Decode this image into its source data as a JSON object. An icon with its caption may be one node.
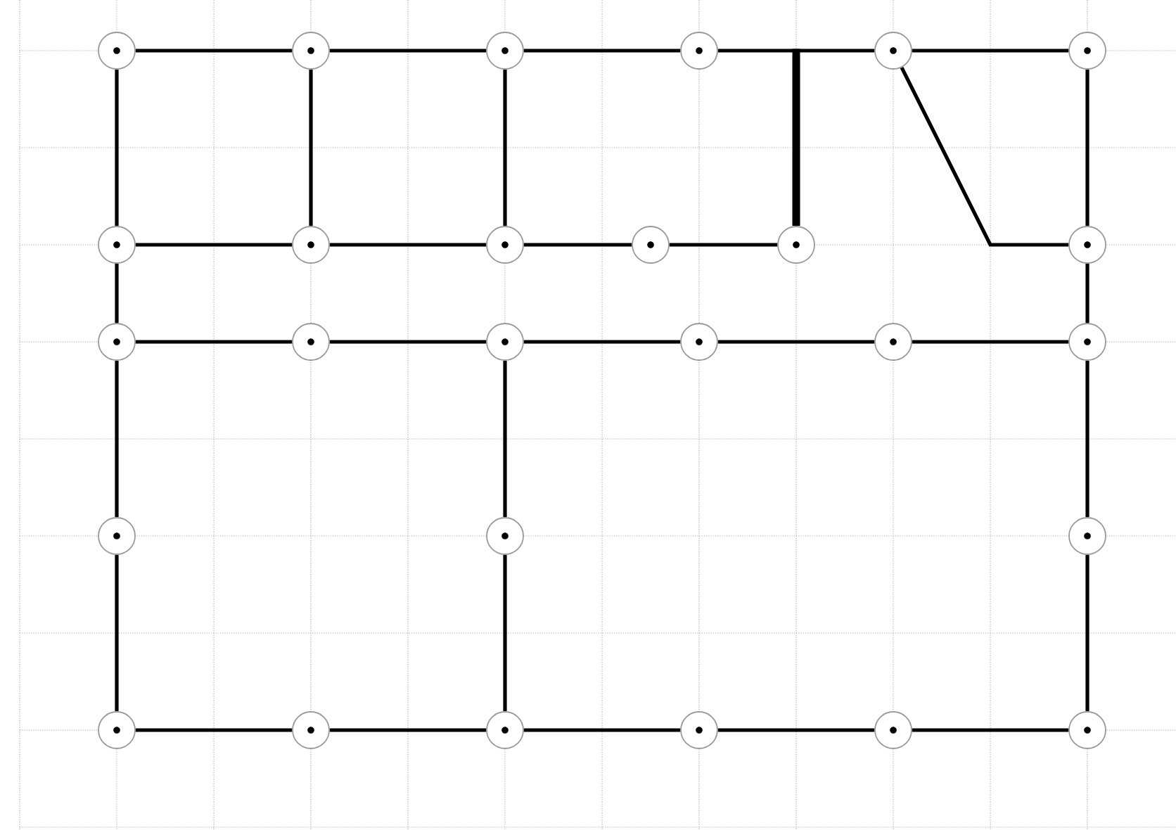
{
  "diagram": {
    "nodes": [
      {
        "text": [],
        "shape": "circle"
      },
      {
        "text": [],
        "shape": "circle"
      },
      {
        "text": [],
        "shape": "circle"
      },
      {
        "text": [],
        "shape": "circle"
      },
      {
        "text": [],
        "shape": "circle"
      },
      {
        "text": [],
        "shape": "circle"
      },
      {
        "text": [],
        "shape": "circle"
      },
      {
        "text": [],
        "shape": "circle"
      },
      {
        "text": [],
        "shape": "circle"
      },
      {
        "text": [],
        "shape": "circle"
      },
      {
        "text": [],
        "shape": "circle"
      },
      {
        "text": [],
        "shape": "circle"
      },
      {
        "text": [],
        "shape": "circle"
      },
      {
        "text": [],
        "shape": "circle"
      },
      {
        "text": [],
        "shape": "circle"
      },
      {
        "text": [],
        "shape": "circle"
      },
      {
        "text": [],
        "shape": "circle"
      },
      {
        "text": [],
        "shape": "circle"
      },
      {
        "text": [],
        "shape": "circle"
      },
      {
        "text": [],
        "shape": "circle"
      },
      {
        "text": [],
        "shape": "circle"
      },
      {
        "text": [],
        "shape": "circle"
      },
      {
        "text": [],
        "shape": "circle"
      },
      {
        "text": [],
        "shape": "circle"
      },
      {
        "text": [],
        "shape": "circle"
      },
      {
        "text": [],
        "shape": "circle"
      },
      {
        "text": [],
        "shape": "circle"
      }
    ],
    "edges": [
      {
        "from": 0,
        "to": 1,
        "arrow": "none"
      },
      {
        "from": 1,
        "to": 2,
        "arrow": "none"
      },
      {
        "from": 2,
        "to": 3,
        "arrow": "none"
      },
      {
        "from": 3,
        "to": 4,
        "arrow": "none"
      },
      {
        "from": 4,
        "to": 5,
        "arrow": "none"
      },
      {
        "from": 0,
        "to": 6,
        "arrow": "none"
      },
      {
        "from": 6,
        "to": 12,
        "arrow": "none"
      },
      {
        "from": 12,
        "to": 18,
        "arrow": "none"
      },
      {
        "from": 18,
        "to": 21,
        "arrow": "none"
      },
      {
        "from": 1,
        "to": 7,
        "arrow": "none"
      },
      {
        "from": 2,
        "to": 8,
        "arrow": "none"
      },
      {
        "from": 14,
        "to": 19,
        "arrow": "none"
      },
      {
        "from": 19,
        "to": 23,
        "arrow": "none"
      },
      {
        "from": 5,
        "to": 11,
        "arrow": "none"
      },
      {
        "from": 11,
        "to": 17,
        "arrow": "none"
      },
      {
        "from": 17,
        "to": 20,
        "arrow": "none"
      },
      {
        "from": 20,
        "to": 26,
        "arrow": "none"
      },
      {
        "from": 6,
        "to": 7,
        "arrow": "none"
      },
      {
        "from": 7,
        "to": 8,
        "arrow": "none"
      },
      {
        "from": 8,
        "to": 9,
        "arrow": "none"
      },
      {
        "from": 9,
        "to": 10,
        "arrow": "none"
      },
      {
        "from": 12,
        "to": 13,
        "arrow": "none"
      },
      {
        "from": 13,
        "to": 14,
        "arrow": "none"
      },
      {
        "from": 14,
        "to": 15,
        "arrow": "none"
      },
      {
        "from": 15,
        "to": 16,
        "arrow": "none"
      },
      {
        "from": 16,
        "to": 17,
        "arrow": "none"
      },
      {
        "from": 21,
        "to": 22,
        "arrow": "none"
      },
      {
        "from": 22,
        "to": 23,
        "arrow": "none"
      },
      {
        "from": 23,
        "to": 24,
        "arrow": "none"
      },
      {
        "from": 24,
        "to": 25,
        "arrow": "none"
      },
      {
        "from": 25,
        "to": 26,
        "arrow": "none"
      },
      {
        "from": 10,
        "to": null,
        "arrow": "none",
        "style": "thick"
      },
      {
        "from": 4,
        "to": 11,
        "arrow": "none"
      }
    ]
  }
}
